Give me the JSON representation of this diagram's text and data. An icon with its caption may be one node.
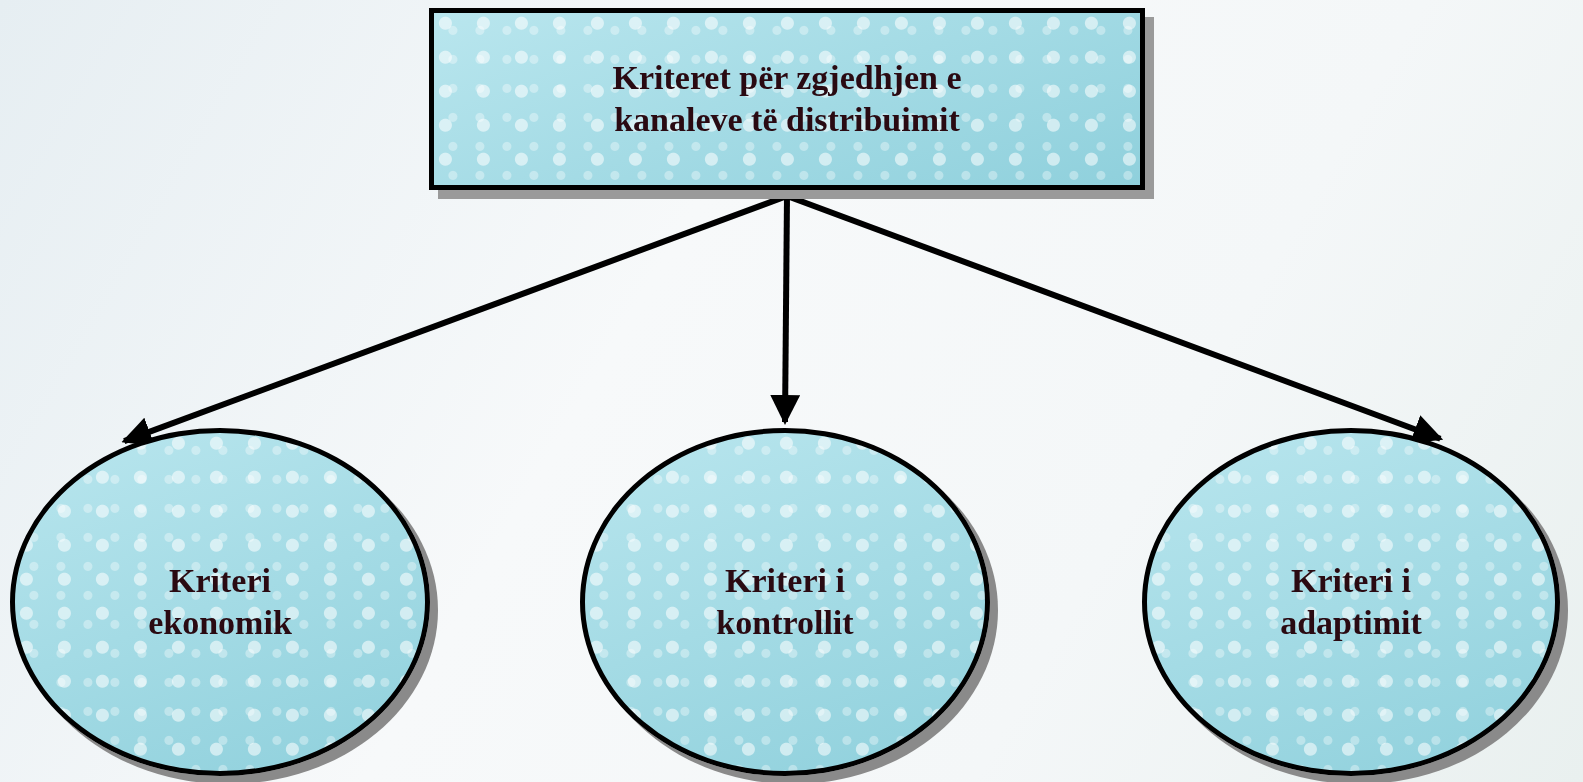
{
  "diagram": {
    "nodes": [
      {
        "text": [
          "Kriteret për zgjedhjen e kanaleve të distribuimit"
        ]
      },
      {
        "text": [
          "Kriteri ekonomik"
        ]
      },
      {
        "text": [
          "Kriteri i kontrollit"
        ]
      },
      {
        "text": [
          "Kriteri i adaptimit"
        ]
      }
    ],
    "edges": [
      {
        "from": 0,
        "to": 1,
        "arrow": "to"
      },
      {
        "from": 0,
        "to": 2,
        "arrow": "to"
      },
      {
        "from": 0,
        "to": 3,
        "arrow": "to"
      }
    ]
  }
}
